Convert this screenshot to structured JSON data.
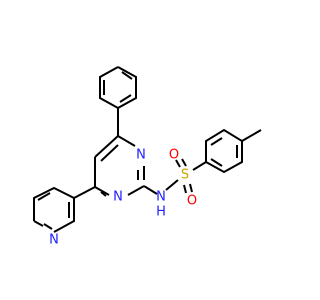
{
  "molecule": {
    "atom_labels": {
      "n_ring_1": "N",
      "n_ring_2": "N",
      "n_pyridine": "N",
      "n_amide": "N",
      "h_amide": "H",
      "sulfur": "S",
      "oxygen_1": "O",
      "oxygen_2": "O"
    },
    "colors": {
      "nitrogen": "#1f1fff",
      "sulfur": "#c9a300",
      "oxygen": "#ff0000",
      "bond": "#000000"
    }
  }
}
